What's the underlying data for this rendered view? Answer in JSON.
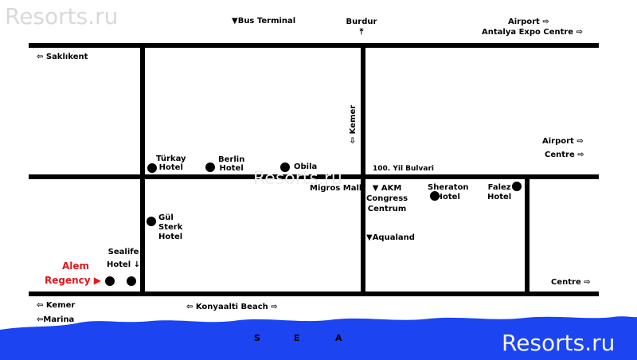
{
  "watermark": {
    "top_left": "Resorts.ru",
    "bottom_right": "Resorts.ru",
    "center": "Resorts.ru"
  },
  "labels": {
    "bus_terminal": "▼Bus Terminal",
    "burdur": "Burdur",
    "burdur_arrow": "⤒",
    "airport_top": "Airport ⇨",
    "antalya_expo": "Antalya Expo Centre ⇨",
    "saklikent": "⇦ Saklıkent",
    "kemer_vertical": "⇦ Kemer",
    "turkay_hotel": "Türkay\nHotel",
    "berlin_hotel": "Berlin\nHotel",
    "obila": "Obila",
    "yil_bulvari": "100. Yil Bulvari",
    "airport_right": "Airport ⇨",
    "centre_right": "Centre ⇨",
    "migros_mall": "Migros Mall",
    "akm": "▼ AKM\nCongress\nCentrum",
    "sheraton_hotel": "Sheraton\nHotel",
    "falez_hotel": "Falez\nHotel",
    "aqualand": "▼Aqualand",
    "gul_sterk_hotel": "Gül\nSterk\nHotel",
    "sealife_hotel": "Sealife\nHotel ↓",
    "alem": "Alem",
    "regency": "Regency ▶",
    "centre_bottom": "Centre ⇨",
    "kemer_bottom": "⇦ Kemer",
    "marina": "⇦Marina",
    "konyaalti_beach": "⇦ Konyaalti Beach ⇨"
  },
  "sea": {
    "letters": [
      "S",
      "E",
      "A"
    ],
    "color": "#1c44f0"
  },
  "colors": {
    "road": "#000000",
    "highlight": "#e8141b"
  }
}
